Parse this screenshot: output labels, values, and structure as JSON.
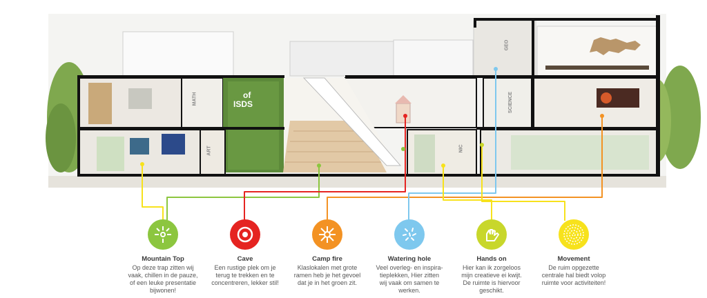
{
  "building": {
    "logo_text_1": "of",
    "logo_text_2": "ISDS",
    "wall_labels": [
      "MATH",
      "ART",
      "GEO",
      "NIC",
      "SCIENCE"
    ]
  },
  "colors": {
    "mountain_top": "#8cc63f",
    "cave": "#e52421",
    "camp_fire": "#f39223",
    "watering_hole": "#7ec8ee",
    "hands_on": "#c8d72b",
    "movement": "#f7e21c"
  },
  "legend": [
    {
      "title": "Mountain Top",
      "icon": "mountain-top-icon",
      "lines": [
        "Op deze trap zitten wij",
        "vaak, chillen in de pauze,",
        "of een leuke presentatie",
        "bijwonen!"
      ]
    },
    {
      "title": "Cave",
      "icon": "cave-icon",
      "lines": [
        "Een rustige plek om je",
        "terug te trekken en te",
        "concentreren, lekker stil!"
      ]
    },
    {
      "title": "Camp fire",
      "icon": "camp-fire-icon",
      "lines": [
        "Klaslokalen met grote",
        "ramen heb je het gevoel",
        "dat je in het groen zit."
      ]
    },
    {
      "title": "Watering hole",
      "icon": "watering-hole-icon",
      "lines": [
        "Veel overleg- en inspira-",
        "tieplekken, Hier zitten",
        "wij vaak om samen te",
        "werken."
      ]
    },
    {
      "title": "Hands on",
      "icon": "hands-on-icon",
      "lines": [
        "Hier kan ik zorgeloos",
        "mijn creatieve ei kwijt.",
        "De ruimte is hiervoor",
        "geschikt."
      ]
    },
    {
      "title": "Movement",
      "icon": "movement-icon",
      "lines": [
        "De ruim opgezette",
        "centrale hal biedt volop",
        "ruimte voor activiteiten!"
      ]
    }
  ]
}
